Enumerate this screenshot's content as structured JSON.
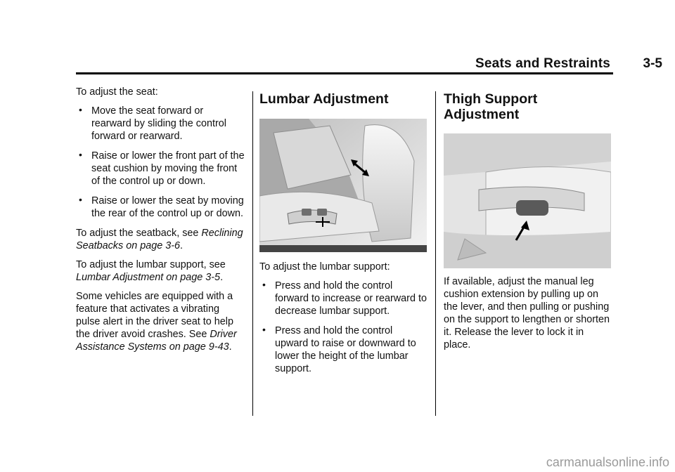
{
  "header": {
    "title": "Seats and Restraints",
    "page": "3-5"
  },
  "col1": {
    "intro": "To adjust the seat:",
    "bullets": [
      "Move the seat forward or rearward by sliding the control forward or rearward.",
      "Raise or lower the front part of the seat cushion by moving the front of the control up or down.",
      "Raise or lower the seat by moving the rear of the control up or down."
    ],
    "p1_text": "To adjust the seatback, see ",
    "p1_link": "Reclining Seatbacks on page 3-6",
    "p1_end": ".",
    "p2_text": "To adjust the lumbar support, see ",
    "p2_link": "Lumbar Adjustment on page 3-5",
    "p2_end": ".",
    "p3_text": "Some vehicles are equipped with a feature that activates a vibrating pulse alert in the driver seat to help the driver avoid crashes. See ",
    "p3_link": "Driver Assistance Systems on page 9-43",
    "p3_end": "."
  },
  "col2": {
    "heading": "Lumbar Adjustment",
    "intro": "To adjust the lumbar support:",
    "bullets": [
      "Press and hold the control forward to increase or rearward to decrease lumbar support.",
      "Press and hold the control upward to raise or downward to lower the height of the lumbar support."
    ]
  },
  "col3": {
    "heading_line1": "Thigh Support",
    "heading_line2": "Adjustment",
    "body": "If available, adjust the manual leg cushion extension by pulling up on the lever, and then pulling or pushing on the support to lengthen or shorten it. Release the lever to lock it in place."
  },
  "footer": {
    "watermark": "carmanualsonline.info"
  }
}
